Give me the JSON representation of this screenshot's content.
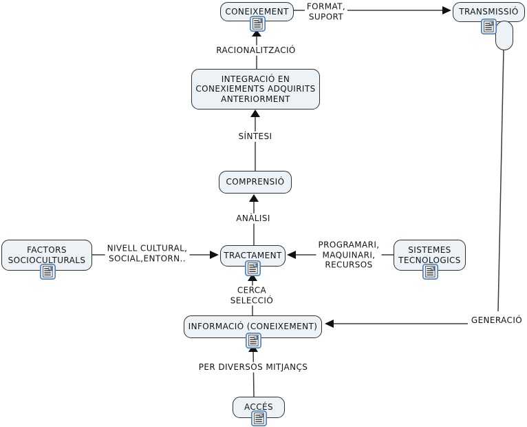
{
  "diagram": {
    "type": "concept-map",
    "colors": {
      "node_fill": "#ecf2f6",
      "node_border": "#2e2e2e",
      "connector": "#3a3a3a",
      "icon_frame": "#4a7ebb",
      "background": "#ffffff"
    },
    "nodes": {
      "coneixement": {
        "label": "CONEIXEMENT"
      },
      "transmissio": {
        "label": "TRANSMISSIÓ"
      },
      "integracio": {
        "label": "INTEGRACIÓ EN\nCONEXIEMENTS ADQUIRITS\nANTERIORMENT"
      },
      "comprensio": {
        "label": "COMPRENSIÓ"
      },
      "tractament": {
        "label": "TRACTAMENT"
      },
      "factors": {
        "label": "FACTORS\nSOCIOCULTURALS"
      },
      "sistemes": {
        "label": "SISTEMES\nTECNOLOGICS"
      },
      "informacio": {
        "label": "INFORMACIÓ (CONEIXEMENT)"
      },
      "acces": {
        "label": "ACCÉS"
      }
    },
    "links": {
      "format_suport": {
        "label": "FORMAT,\nSUPORT"
      },
      "racionalitzacio": {
        "label": "RACIONALITZACIÓ"
      },
      "sintesi": {
        "label": "SÍNTESI"
      },
      "analisi": {
        "label": "ANÀLISI"
      },
      "nivell_cultural": {
        "label": "NIVELL CULTURAL,\nSOCIAL,ENTORN.."
      },
      "programari": {
        "label": "PROGRAMARI,\nMAQUINARI,\nRECURSOS"
      },
      "cerca_seleccio": {
        "label": "CERCA\nSELECCIÓ"
      },
      "generacio": {
        "label": "GENERACIÓ"
      },
      "per_diversos": {
        "label": "PER DIVERSOS MITJANÇS"
      }
    },
    "icons": {
      "resource": "resource-document-icon"
    }
  }
}
